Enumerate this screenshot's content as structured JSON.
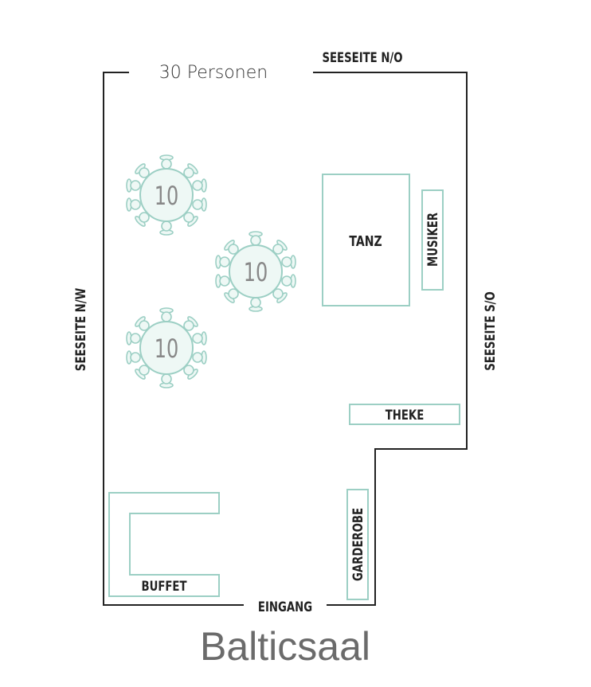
{
  "header": {
    "capacity": "30 Personen"
  },
  "sides": {
    "north": "SEESEITE N/O",
    "west": "SEESEITE N/W",
    "east": "SEESEITE S/O"
  },
  "areas": {
    "dance": "TANZ",
    "musicians": "MUSIKER",
    "bar": "THEKE",
    "cloakroom": "GARDEROBE",
    "buffet": "BUFFET",
    "entrance": "EINGANG"
  },
  "tables": [
    {
      "seats": "10"
    },
    {
      "seats": "10"
    },
    {
      "seats": "10"
    }
  ],
  "room_name": "Balticsaal",
  "colors": {
    "wall": "#222222",
    "furniture": "#9ccfc4",
    "furniture_fill": "#eef8f5"
  }
}
